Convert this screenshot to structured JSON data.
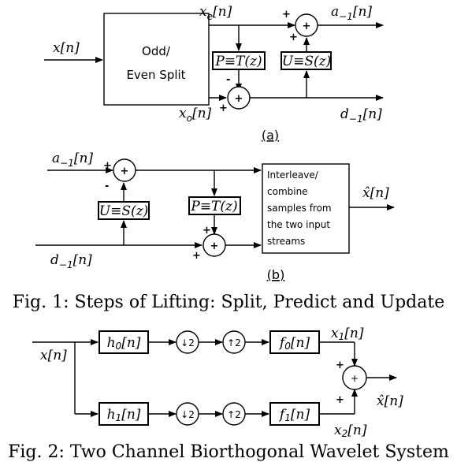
{
  "fig1a": {
    "input": "x[n]",
    "split_line1": "Odd/",
    "split_line2": "Even Split",
    "even": "x",
    "even_sub": "e",
    "even_idx": "[n]",
    "odd": "x",
    "odd_sub": "o",
    "odd_idx": "[n]",
    "predict": "P≡T(z)",
    "update": "U≡S(z)",
    "approx": "a",
    "approx_sub": "−1",
    "approx_idx": "[n]",
    "detail": "d",
    "detail_sub": "−1",
    "detail_idx": "[n]",
    "sign_top_plus": "+",
    "sign_top_plus2": "+",
    "sign_bottom_minus": "-",
    "sign_bottom_plus": "+",
    "sublabel": "(a)"
  },
  "fig1b": {
    "approx": "a",
    "approx_sub": "−1",
    "approx_idx": "[n]",
    "detail": "d",
    "detail_sub": "−1",
    "detail_idx": "[n]",
    "update": "U≡S(z)",
    "predict": "P≡T(z)",
    "combine_lines": [
      "Interleave/",
      "combine",
      "samples from",
      "the two input",
      "streams"
    ],
    "output": "x̂[n]",
    "sign_plus_a": "+",
    "sign_minus_a": "-",
    "sign_plus_d1": "+",
    "sign_plus_d2": "+",
    "sublabel": "(b)"
  },
  "fig1_caption": "Fig. 1: Steps of Lifting: Split, Predict and Update",
  "fig2": {
    "input": "x[n]",
    "h0": "h",
    "h0_sub": "0",
    "h0_idx": "[n]",
    "h1": "h",
    "h1_sub": "1",
    "h1_idx": "[n]",
    "down": "↓2",
    "up": "↑2",
    "f0": "f",
    "f0_sub": "0",
    "f0_idx": "[n]",
    "f1": "f",
    "f1_sub": "1",
    "f1_idx": "[n]",
    "x1": "x",
    "x1_sub": "1",
    "x1_idx": "[n]",
    "x2": "x",
    "x2_sub": "2",
    "x2_idx": "[n]",
    "output": "x̂[n]",
    "sign_plus_top": "+",
    "sign_plus_bottom": "+",
    "sum_plus": "+"
  },
  "fig2_caption": "Fig. 2: Two Channel Biorthogonal Wavelet System"
}
